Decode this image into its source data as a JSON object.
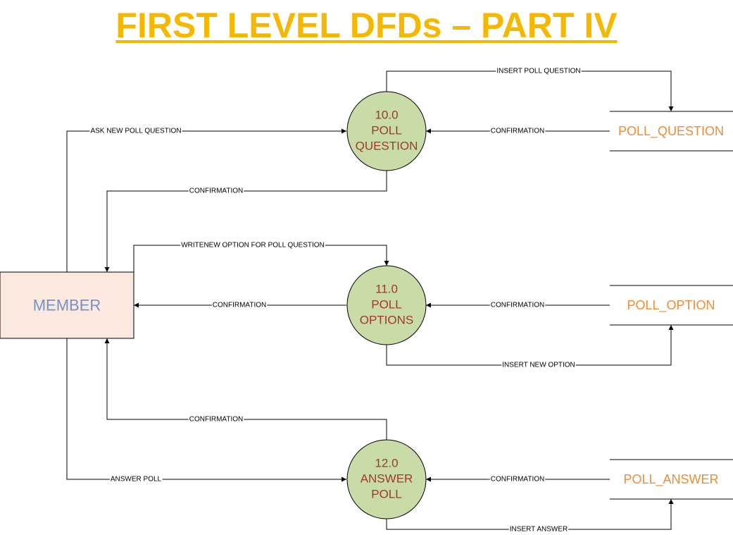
{
  "title": "FIRST LEVEL DFDs – PART IV",
  "colors": {
    "title": "#f5b800",
    "process_fill": "#c9dba7",
    "process_text": "#a0392b",
    "entity_fill": "#fbe8de",
    "entity_text": "#7592c6",
    "store_text": "#ef8c35",
    "line": "#000000"
  },
  "entity": {
    "label": "MEMBER"
  },
  "processes": [
    {
      "id": "p10",
      "number": "10.0",
      "lines": [
        "POLL",
        "QUESTION"
      ]
    },
    {
      "id": "p11",
      "number": "11.0",
      "lines": [
        "POLL",
        "OPTIONS"
      ]
    },
    {
      "id": "p12",
      "number": "12.0",
      "lines": [
        "ANSWER",
        "POLL"
      ]
    }
  ],
  "stores": [
    {
      "id": "s1",
      "label": "POLL_QUESTION"
    },
    {
      "id": "s2",
      "label": "POLL_OPTION"
    },
    {
      "id": "s3",
      "label": "POLL_ANSWER"
    }
  ],
  "flows": [
    {
      "id": "f1",
      "label": "INSERT POLL QUESTION"
    },
    {
      "id": "f2",
      "label": "ASK NEW POLL QUESTION"
    },
    {
      "id": "f3",
      "label": "CONFIRMATION"
    },
    {
      "id": "f4",
      "label": "CONFIRMATION"
    },
    {
      "id": "f5",
      "label": "WRITENEW OPTION FOR POLL QUESTION"
    },
    {
      "id": "f6",
      "label": "CONFIRMATION"
    },
    {
      "id": "f7",
      "label": "CONFIRMATION"
    },
    {
      "id": "f8",
      "label": "INSERT NEW OPTION"
    },
    {
      "id": "f9",
      "label": "CONFIRMATION"
    },
    {
      "id": "f10",
      "label": "ANSWER POLL"
    },
    {
      "id": "f11",
      "label": "CONFIRMATION"
    },
    {
      "id": "f12",
      "label": "INSERT ANSWER"
    }
  ]
}
